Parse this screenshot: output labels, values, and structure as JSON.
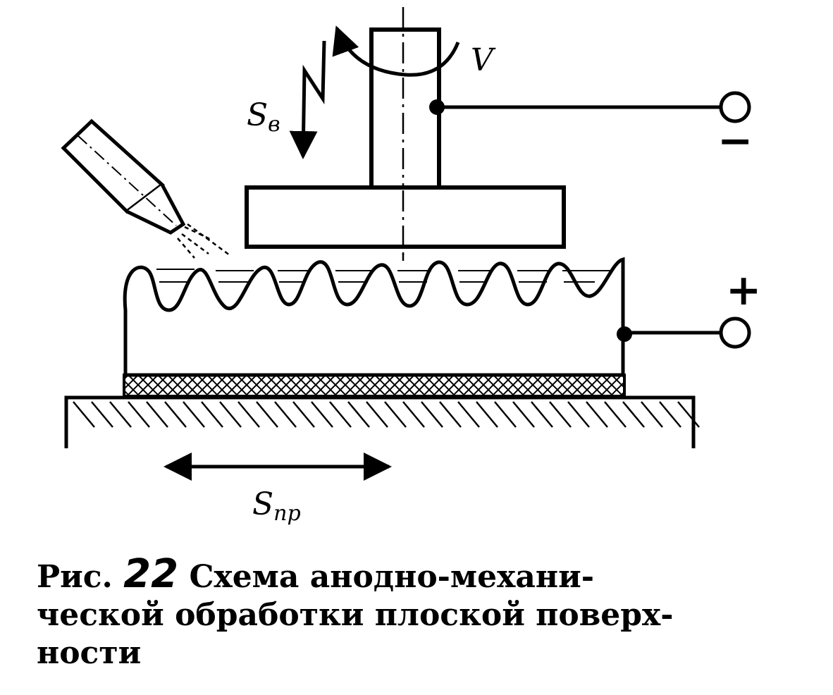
{
  "labels": {
    "rotation": "V",
    "vertical_feed": "S",
    "vertical_feed_sub": "в",
    "longitudinal_feed": "S",
    "longitudinal_feed_sub": "пр",
    "minus": "−",
    "plus": "+"
  },
  "caption": {
    "prefix": "Рис.",
    "number": "22",
    "line1": "Схема анодно-механи-",
    "line2": "ческой обработки плоской поверх-",
    "line3": "ности"
  }
}
